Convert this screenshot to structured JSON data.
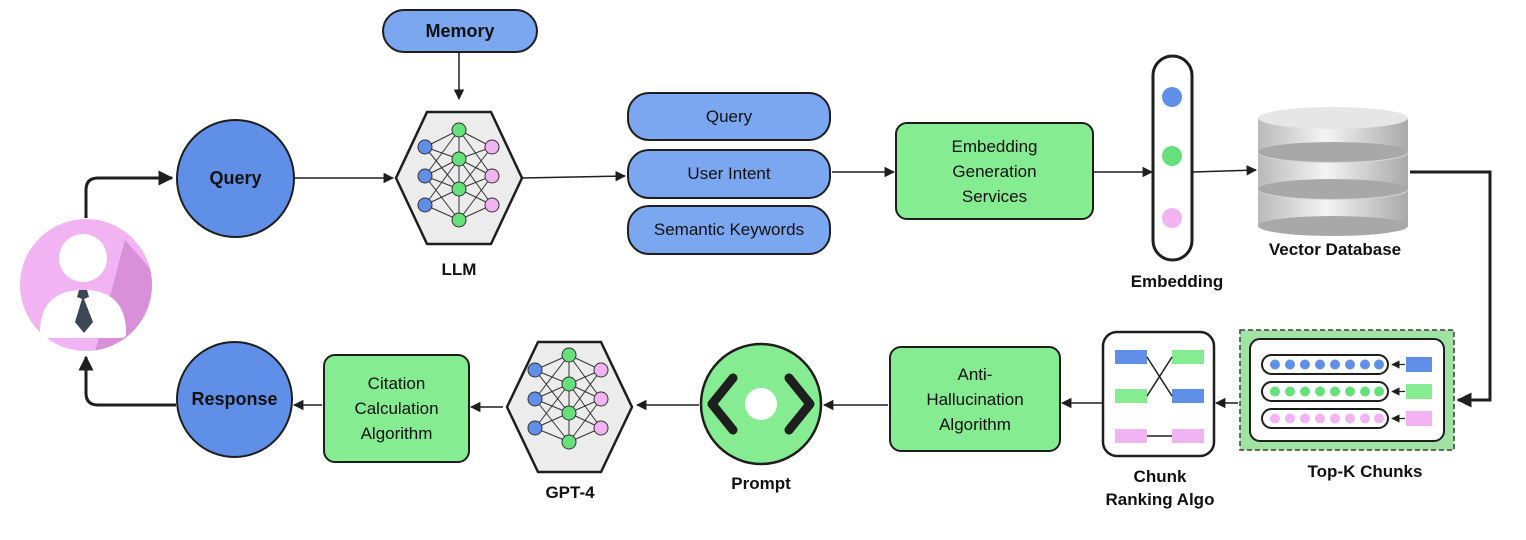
{
  "memory": {
    "label": "Memory"
  },
  "query_circle": {
    "label": "Query"
  },
  "llm": {
    "caption": "LLM"
  },
  "llm_outputs": [
    "Query",
    "User Intent",
    "Semantic Keywords"
  ],
  "embedding_service": {
    "label": "Embedding\nGeneration\nServices"
  },
  "embedding": {
    "caption": "Embedding"
  },
  "vector_db": {
    "caption": "Vector Database"
  },
  "top_k": {
    "caption": "Top-K Chunks"
  },
  "chunk_ranking": {
    "caption": "Chunk\nRanking Algo"
  },
  "anti_hallucination": {
    "label": "Anti-\nHallucination\nAlgorithm"
  },
  "prompt": {
    "caption": "Prompt"
  },
  "gpt4": {
    "caption": "GPT-4"
  },
  "citation": {
    "label": "Citation\nCalculation\nAlgorithm"
  },
  "response_circle": {
    "label": "Response"
  },
  "colors": {
    "blue": "#7aa7f0",
    "dark_blue": "#5f8fe6",
    "green": "#86ec91",
    "pink": "#f2b3f2",
    "gray": "#ececec"
  }
}
